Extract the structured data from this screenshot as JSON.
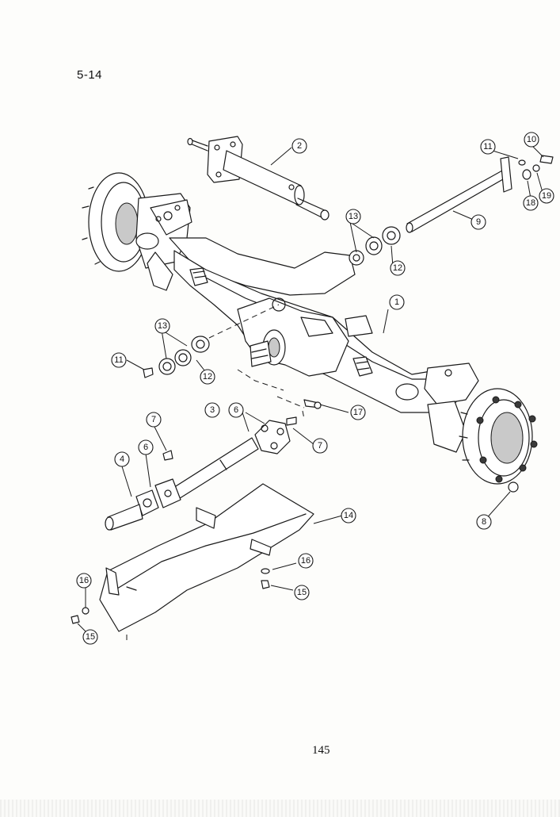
{
  "section_label": "5-14",
  "page_number": "145",
  "callouts": [
    {
      "id": "c1",
      "label": "1"
    },
    {
      "id": "c2",
      "label": "2"
    },
    {
      "id": "c3",
      "label": "3"
    },
    {
      "id": "c4",
      "label": "4"
    },
    {
      "id": "c6a",
      "label": "6"
    },
    {
      "id": "c6b",
      "label": "6"
    },
    {
      "id": "c7a",
      "label": "7"
    },
    {
      "id": "c7b",
      "label": "7"
    },
    {
      "id": "c8",
      "label": "8"
    },
    {
      "id": "c9",
      "label": "9"
    },
    {
      "id": "c10",
      "label": "10"
    },
    {
      "id": "c11a",
      "label": "11"
    },
    {
      "id": "c11b",
      "label": "11"
    },
    {
      "id": "c12a",
      "label": "12"
    },
    {
      "id": "c12b",
      "label": "12"
    },
    {
      "id": "c13a",
      "label": "13"
    },
    {
      "id": "c13b",
      "label": "13"
    },
    {
      "id": "c14",
      "label": "14"
    },
    {
      "id": "c15a",
      "label": "15"
    },
    {
      "id": "c15b",
      "label": "15"
    },
    {
      "id": "c16a",
      "label": "16"
    },
    {
      "id": "c16b",
      "label": "16"
    },
    {
      "id": "c17",
      "label": "17"
    },
    {
      "id": "c18",
      "label": "18"
    },
    {
      "id": "c19",
      "label": "19"
    }
  ]
}
